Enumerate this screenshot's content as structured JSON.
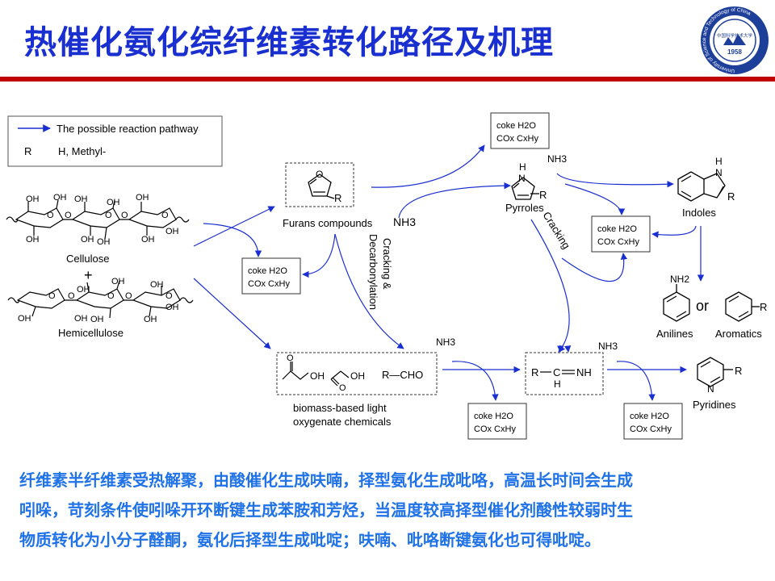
{
  "title": "热催化氨化综纤维素转化路径及机理",
  "logo": {
    "ring_text": "University of Science and Technology of China",
    "cn_text": "中国科学技术大学",
    "year": "1958",
    "colors": {
      "ring": "#1d3f9a",
      "inner": "#ffffff"
    }
  },
  "legend": {
    "arrow_label": "The possible reaction pathway",
    "r_symbol": "R",
    "r_meaning": "H, Methyl-"
  },
  "labels": {
    "cellulose": "Cellulose",
    "plus": "+",
    "hemicellulose": "Hemicellulose",
    "furans": "Furans compounds",
    "nh3": "NH3",
    "cracking_decarbonylation_1": "Cracking &",
    "cracking_decarbonylation_2": "Decarbonylation",
    "cracking": "Cracking",
    "pyrroles": "Pyrroles",
    "indoles": "Indoles",
    "anilines": "Anilines",
    "or": "or",
    "aromatics": "Aromatics",
    "pyridines": "Pyridines",
    "oxygenates_1": "biomass-based light",
    "oxygenates_2": "oxygenate chemicals",
    "r_cho": "R—CHO",
    "imine_r": "R",
    "imine_c": "C",
    "imine_h": "H",
    "imine_nh": "NH",
    "r": "R",
    "oh": "OH",
    "o": "O",
    "n": "N",
    "h": "H",
    "nh2": "NH2"
  },
  "byproduct_box": {
    "line1": "coke  H2O",
    "line2": "COx  CxHy"
  },
  "caption": [
    "纤维素半纤维素受热解聚，由酸催化生成呋喃，择型氨化生成吡咯，高温长时间会生成",
    "吲哚，苛刻条件使吲哚开环断键生成苯胺和芳烃，当温度较高择型催化剂酸性较弱时生",
    "物质转化为小分子醛酮，氨化后择型生成吡啶；呋喃、吡咯断键氨化也可得吡啶。"
  ],
  "colors": {
    "title": "#1a2fd0",
    "divider": "#c00000",
    "arrow": "#1a2fd0",
    "caption": "#1f72e8"
  }
}
